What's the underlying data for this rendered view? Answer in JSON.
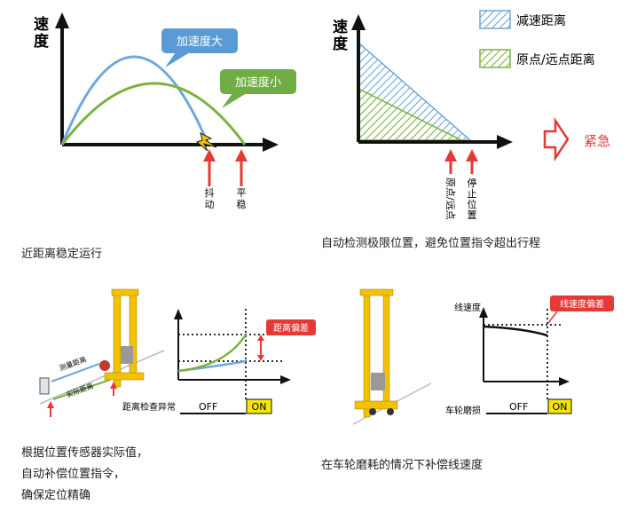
{
  "panel1": {
    "y_label": "速度",
    "bubble_high": "加速度大",
    "bubble_low": "加速度小",
    "marker_jitter": "抖动",
    "marker_stable": "平稳",
    "caption": "近距离稳定运行",
    "colors": {
      "blue": "#6fa8dc",
      "green": "#7cb342",
      "red": "#e53935",
      "bubble_blue": "#5b9bd5",
      "bubble_green": "#70ad47"
    }
  },
  "panel2": {
    "y_label": "速度",
    "legend_decel": "减速距离",
    "legend_origin": "原点/远点距离",
    "marker_origin": "原点/远点",
    "marker_stop": "停止位置",
    "emergency": "紧急",
    "caption": "自动检测极限位置，避免位置指令超出行程"
  },
  "panel3": {
    "measured": "测量距离",
    "actual": "实际距离",
    "deviation": "距离偏差",
    "row_label": "距离检查异常",
    "off": "OFF",
    "on": "ON",
    "caption": [
      "根据位置传感器实际值，",
      "自动补偿位置指令，",
      "确保定位精确"
    ]
  },
  "panel4": {
    "y_label": "线速度",
    "deviation": "线速度偏差",
    "row_label": "车轮磨损",
    "off": "OFF",
    "on": "ON",
    "caption": "在车轮磨耗的情况下补偿线速度"
  }
}
